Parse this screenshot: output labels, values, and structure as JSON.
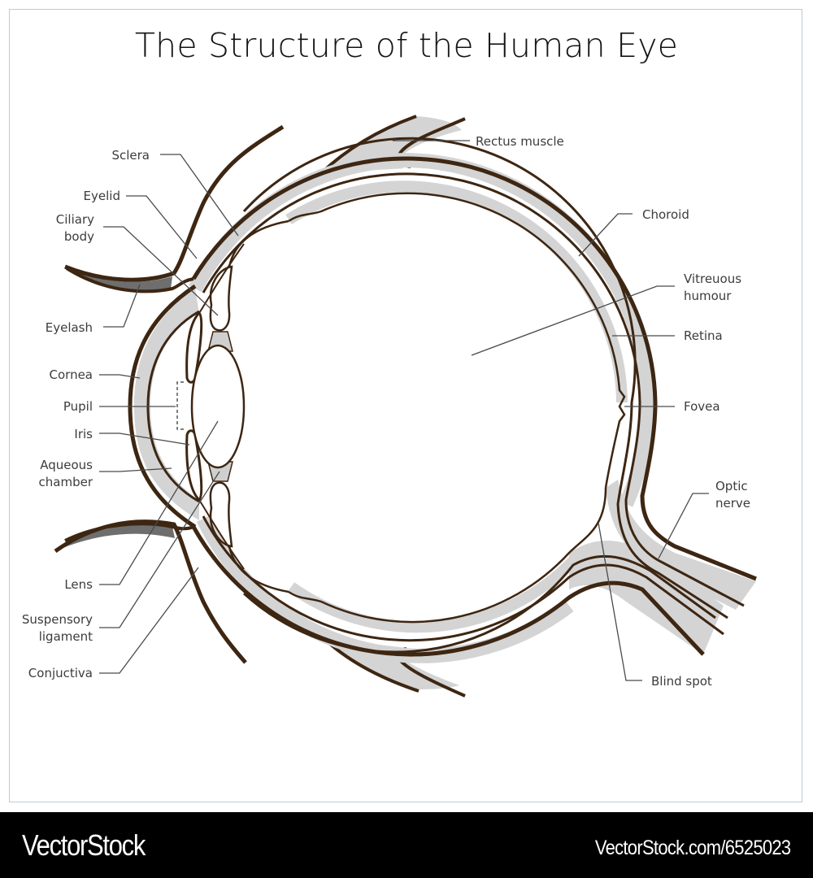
{
  "title": "The Structure of the Human Eye",
  "colors": {
    "outline": "#3d2612",
    "tissue_fill": "#d4d4d4",
    "eyelash_fill": "#6e6e6e",
    "leader_line": "#4a4a4a",
    "label_text": "#3c3c3c",
    "frame_border": "#b9ccd4",
    "footer_bg": "#000000"
  },
  "labels_left": [
    {
      "id": "sclera",
      "lines": [
        "Sclera"
      ]
    },
    {
      "id": "eyelid",
      "lines": [
        "Eyelid"
      ]
    },
    {
      "id": "ciliary-body",
      "lines": [
        "Ciliary",
        "body"
      ]
    },
    {
      "id": "eyelash",
      "lines": [
        "Eyelash"
      ]
    },
    {
      "id": "cornea",
      "lines": [
        "Cornea"
      ]
    },
    {
      "id": "pupil",
      "lines": [
        "Pupil"
      ]
    },
    {
      "id": "iris",
      "lines": [
        "Iris"
      ]
    },
    {
      "id": "aqueous-chamber",
      "lines": [
        "Aqueous",
        "chamber"
      ]
    },
    {
      "id": "lens",
      "lines": [
        "Lens"
      ]
    },
    {
      "id": "suspensory-ligament",
      "lines": [
        "Suspensory",
        "ligament"
      ]
    },
    {
      "id": "conjuctiva",
      "lines": [
        "Conjuctiva"
      ]
    }
  ],
  "labels_right": [
    {
      "id": "rectus-muscle",
      "lines": [
        "Rectus muscle"
      ]
    },
    {
      "id": "choroid",
      "lines": [
        "Choroid"
      ]
    },
    {
      "id": "vitreuous-humour",
      "lines": [
        "Vitreuous",
        "humour"
      ]
    },
    {
      "id": "retina",
      "lines": [
        "Retina"
      ]
    },
    {
      "id": "fovea",
      "lines": [
        "Fovea"
      ]
    },
    {
      "id": "optic-nerve",
      "lines": [
        "Optic",
        "nerve"
      ]
    },
    {
      "id": "blind-spot",
      "lines": [
        "Blind spot"
      ]
    }
  ],
  "footer": {
    "brand": "VectorStock",
    "url": "VectorStock.com/6525023"
  }
}
